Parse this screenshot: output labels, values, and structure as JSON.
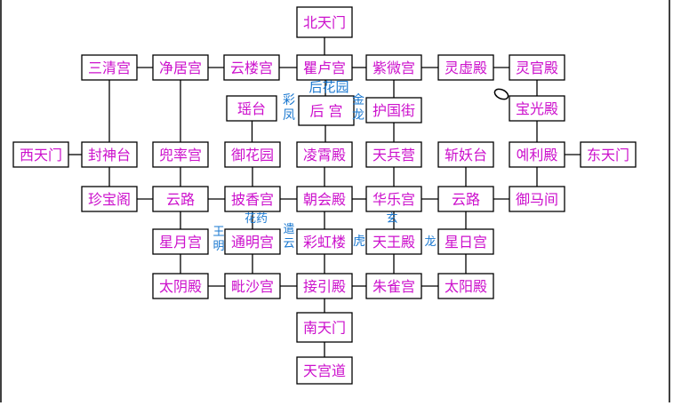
{
  "colors": {
    "box_text": "#cc10cc",
    "box_border": "#000000",
    "line": "#000000",
    "annotation": "#1a78d0",
    "frame": "#000000"
  },
  "nodes": [
    {
      "id": "north-gate",
      "label": "北天门"
    },
    {
      "id": "sanqing-palace",
      "label": "三清宫"
    },
    {
      "id": "jingju-palace",
      "label": "净居宫"
    },
    {
      "id": "yunlou-palace",
      "label": "云楼宫"
    },
    {
      "id": "jilu-palace",
      "label": "瞿卢宫"
    },
    {
      "id": "ziwei-palace",
      "label": "紫微宫"
    },
    {
      "id": "lingxu-hall",
      "label": "灵虚殿"
    },
    {
      "id": "linggong-hall",
      "label": "灵官殿"
    },
    {
      "id": "yaotai",
      "label": "瑶台"
    },
    {
      "id": "rear-garden-palace",
      "label": "后 宫"
    },
    {
      "id": "huguo-street",
      "label": "护国街"
    },
    {
      "id": "baoguang-hall",
      "label": "宝光殿"
    },
    {
      "id": "west-gate",
      "label": "西天门"
    },
    {
      "id": "fengshen-terrace",
      "label": "封神台"
    },
    {
      "id": "doushuai-palace",
      "label": "兜率宫"
    },
    {
      "id": "yuhua-garden",
      "label": "御花园"
    },
    {
      "id": "lingxiao-hall",
      "label": "凌霄殿"
    },
    {
      "id": "tianbing-camp",
      "label": "天兵营"
    },
    {
      "id": "zhanyao-terrace",
      "label": "斩妖台"
    },
    {
      "id": "lili-hall",
      "label": "예利殿"
    },
    {
      "id": "east-gate",
      "label": "东天门"
    },
    {
      "id": "zhenbao-pavilion",
      "label": "珍宝阁"
    },
    {
      "id": "yunlu-west",
      "label": "云路"
    },
    {
      "id": "pixiang-palace",
      "label": "披香宫"
    },
    {
      "id": "chaohui-hall",
      "label": "朝会殿"
    },
    {
      "id": "huale-palace",
      "label": "华乐宫"
    },
    {
      "id": "yunlu-east",
      "label": "云路"
    },
    {
      "id": "yuma-stable",
      "label": "御马间"
    },
    {
      "id": "xingyue-palace",
      "label": "星月宫"
    },
    {
      "id": "tongming-palace",
      "label": "通明宫"
    },
    {
      "id": "caihong-tower",
      "label": "彩虹楼"
    },
    {
      "id": "tianwang-hall",
      "label": "天王殿"
    },
    {
      "id": "xingri-palace",
      "label": "星日宫"
    },
    {
      "id": "taiyin-hall",
      "label": "太阴殿"
    },
    {
      "id": "pisha-palace",
      "label": "毗沙宫"
    },
    {
      "id": "jieyin-hall",
      "label": "接引殿"
    },
    {
      "id": "zhuque-palace",
      "label": "朱雀宫"
    },
    {
      "id": "taiyang-hall",
      "label": "太阳殿"
    },
    {
      "id": "south-gate",
      "label": "南天门"
    },
    {
      "id": "heavenly-road",
      "label": "天宫道"
    }
  ],
  "annotations": [
    {
      "id": "rear-garden",
      "text": "后花园"
    },
    {
      "id": "cai",
      "text": "彩"
    },
    {
      "id": "feng",
      "text": "凤"
    },
    {
      "id": "jin",
      "text": "金"
    },
    {
      "id": "long",
      "text": "龙"
    },
    {
      "id": "wang",
      "text": "王"
    },
    {
      "id": "ming",
      "text": "明"
    },
    {
      "id": "huayao",
      "text": "花药"
    },
    {
      "id": "qian",
      "text": "遣"
    },
    {
      "id": "yun",
      "text": "云"
    },
    {
      "id": "hu",
      "text": "虎"
    },
    {
      "id": "xuan",
      "text": "玄"
    },
    {
      "id": "long2",
      "text": "龙"
    }
  ],
  "edges": [
    [
      "north-gate",
      "jilu-palace"
    ],
    [
      "sanqing-palace",
      "jingju-palace"
    ],
    [
      "jingju-palace",
      "yunlou-palace"
    ],
    [
      "yunlou-palace",
      "jilu-palace"
    ],
    [
      "jilu-palace",
      "ziwei-palace"
    ],
    [
      "ziwei-palace",
      "lingxu-hall"
    ],
    [
      "lingxu-hall",
      "linggong-hall"
    ],
    [
      "linggong-hall",
      "baoguang-hall"
    ],
    [
      "baoguang-hall",
      "lili-hall"
    ],
    [
      "jilu-palace",
      "rear-garden-palace"
    ],
    [
      "ziwei-palace",
      "huguo-street"
    ],
    [
      "sanqing-palace",
      "fengshen-terrace"
    ],
    [
      "jingju-palace",
      "doushuai-palace"
    ],
    [
      "yaotai",
      "yuhua-garden"
    ],
    [
      "rear-garden-palace",
      "lingxiao-hall"
    ],
    [
      "huguo-street",
      "tianbing-camp"
    ],
    [
      "west-gate",
      "fengshen-terrace"
    ],
    [
      "lili-hall",
      "east-gate"
    ],
    [
      "fengshen-terrace",
      "zhenbao-pavilion"
    ],
    [
      "doushuai-palace",
      "yunlu-west"
    ],
    [
      "yuhua-garden",
      "pixiang-palace"
    ],
    [
      "lingxiao-hall",
      "chaohui-hall"
    ],
    [
      "tianbing-camp",
      "huale-palace"
    ],
    [
      "zhanyao-terrace",
      "yunlu-east"
    ],
    [
      "lili-hall",
      "yuma-stable"
    ],
    [
      "zhenbao-pavilion",
      "yunlu-west"
    ],
    [
      "yunlu-west",
      "pixiang-palace"
    ],
    [
      "pixiang-palace",
      "chaohui-hall"
    ],
    [
      "chaohui-hall",
      "huale-palace"
    ],
    [
      "huale-palace",
      "yunlu-east"
    ],
    [
      "yunlu-east",
      "yuma-stable"
    ],
    [
      "yunlu-west",
      "xingyue-palace"
    ],
    [
      "pixiang-palace",
      "tongming-palace"
    ],
    [
      "chaohui-hall",
      "caihong-tower"
    ],
    [
      "huale-palace",
      "tianwang-hall"
    ],
    [
      "yunlu-east",
      "xingri-palace"
    ],
    [
      "xingyue-palace",
      "taiyin-hall"
    ],
    [
      "tongming-palace",
      "pisha-palace"
    ],
    [
      "caihong-tower",
      "jieyin-hall"
    ],
    [
      "tianwang-hall",
      "zhuque-palace"
    ],
    [
      "xingri-palace",
      "taiyang-hall"
    ],
    [
      "taiyin-hall",
      "pisha-palace"
    ],
    [
      "pisha-palace",
      "jieyin-hall"
    ],
    [
      "jieyin-hall",
      "zhuque-palace"
    ],
    [
      "zhuque-palace",
      "taiyang-hall"
    ],
    [
      "jieyin-hall",
      "south-gate"
    ],
    [
      "south-gate",
      "heavenly-road"
    ]
  ]
}
